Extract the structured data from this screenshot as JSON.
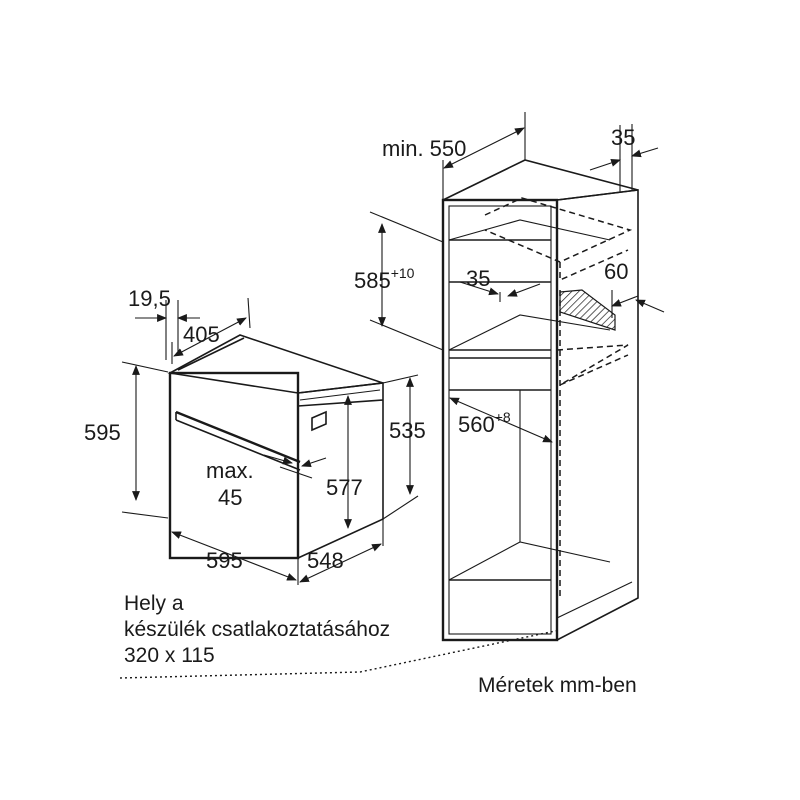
{
  "oven": {
    "width_front": "595",
    "height": "595",
    "depth_top": "405",
    "side_offset": "19,5",
    "inner_height": "577",
    "body_height": "535",
    "depth": "548",
    "max_label": "max.",
    "max_value": "45"
  },
  "cabinet": {
    "min_depth": "min. 550",
    "rear_gap": "35",
    "niche_height": "585",
    "niche_height_tol": "+10",
    "vent_depth": "35",
    "vent_width": "60",
    "niche_width": "560",
    "niche_width_tol": "+8"
  },
  "connection_note": {
    "line1": "Hely a",
    "line2": "készülék csatlakoztatásához",
    "line3": "320 x 115"
  },
  "units_note": "Méretek mm-ben"
}
